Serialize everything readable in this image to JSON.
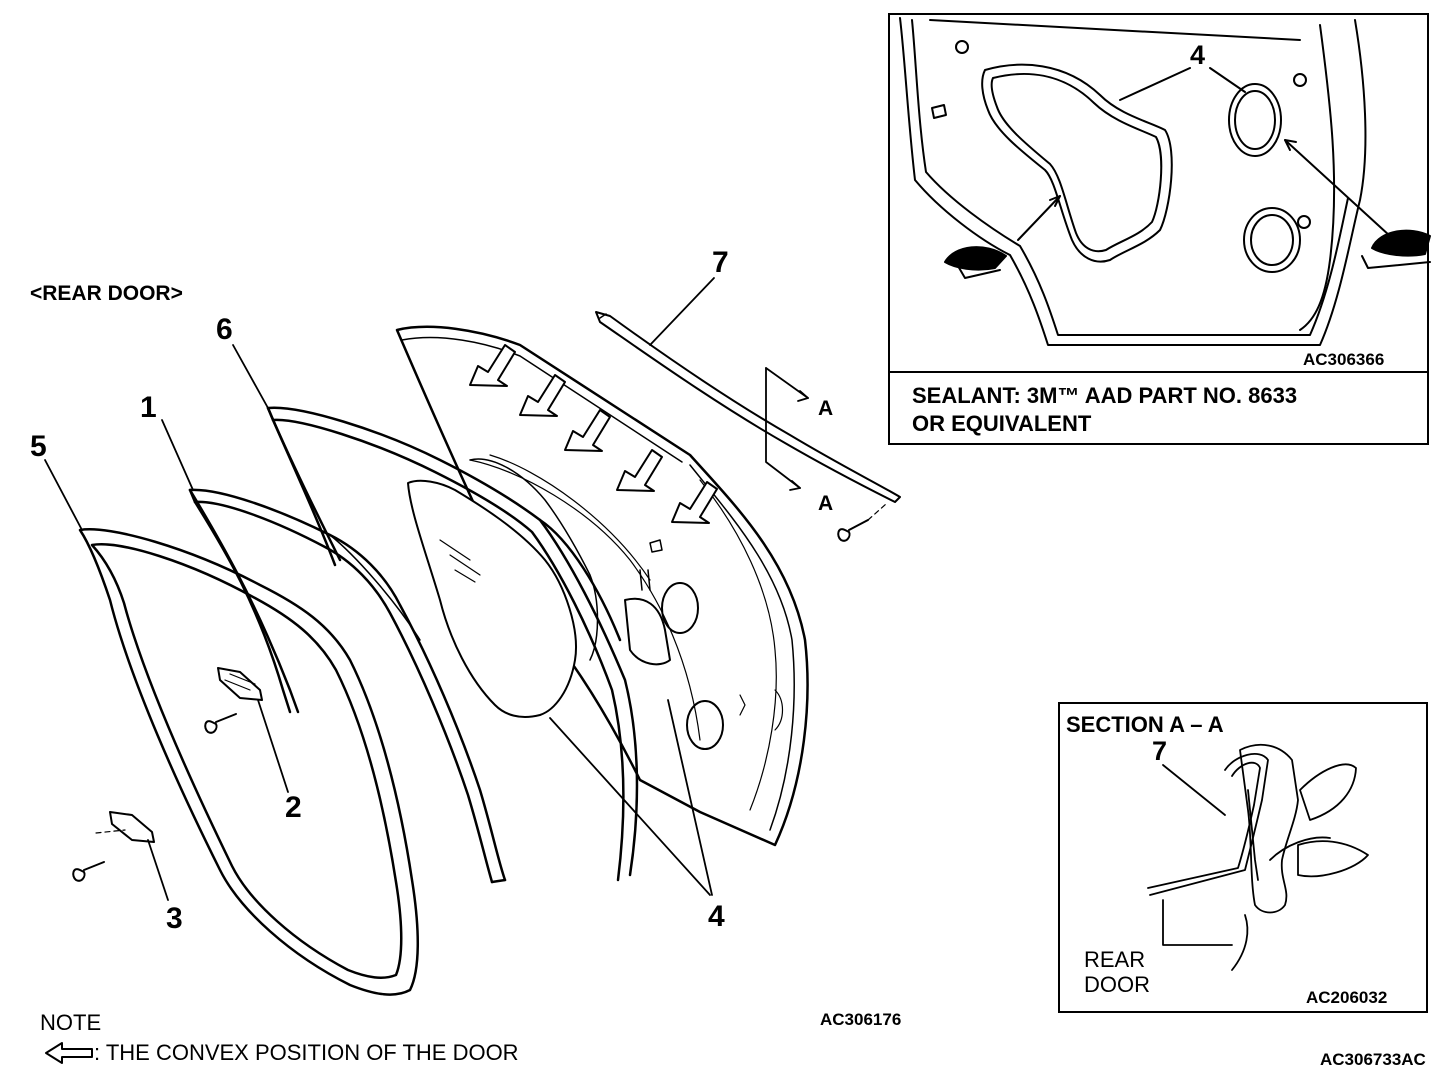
{
  "main": {
    "title": "<REAR  DOOR>",
    "code": "AC306176",
    "overall_code": "AC306733AC",
    "note_heading": "NOTE",
    "note_text": " : THE CONVEX POSITION OF THE DOOR",
    "section_marks": [
      "A",
      "A"
    ]
  },
  "callouts": {
    "c1": "1",
    "c2": "2",
    "c3": "3",
    "c4": "4",
    "c5": "5",
    "c6": "6",
    "c7": "7"
  },
  "inset_sealant": {
    "callout": "4",
    "code": "AC306366",
    "sealant_line1": "SEALANT: 3M™ AAD PART NO. 8633",
    "sealant_line2": "OR EQUIVALENT"
  },
  "inset_section": {
    "title": "SECTION A – A",
    "callout": "7",
    "label_line1": "REAR",
    "label_line2": "DOOR",
    "code": "AC206032"
  },
  "icons": [
    "convex-arrow-icon"
  ]
}
